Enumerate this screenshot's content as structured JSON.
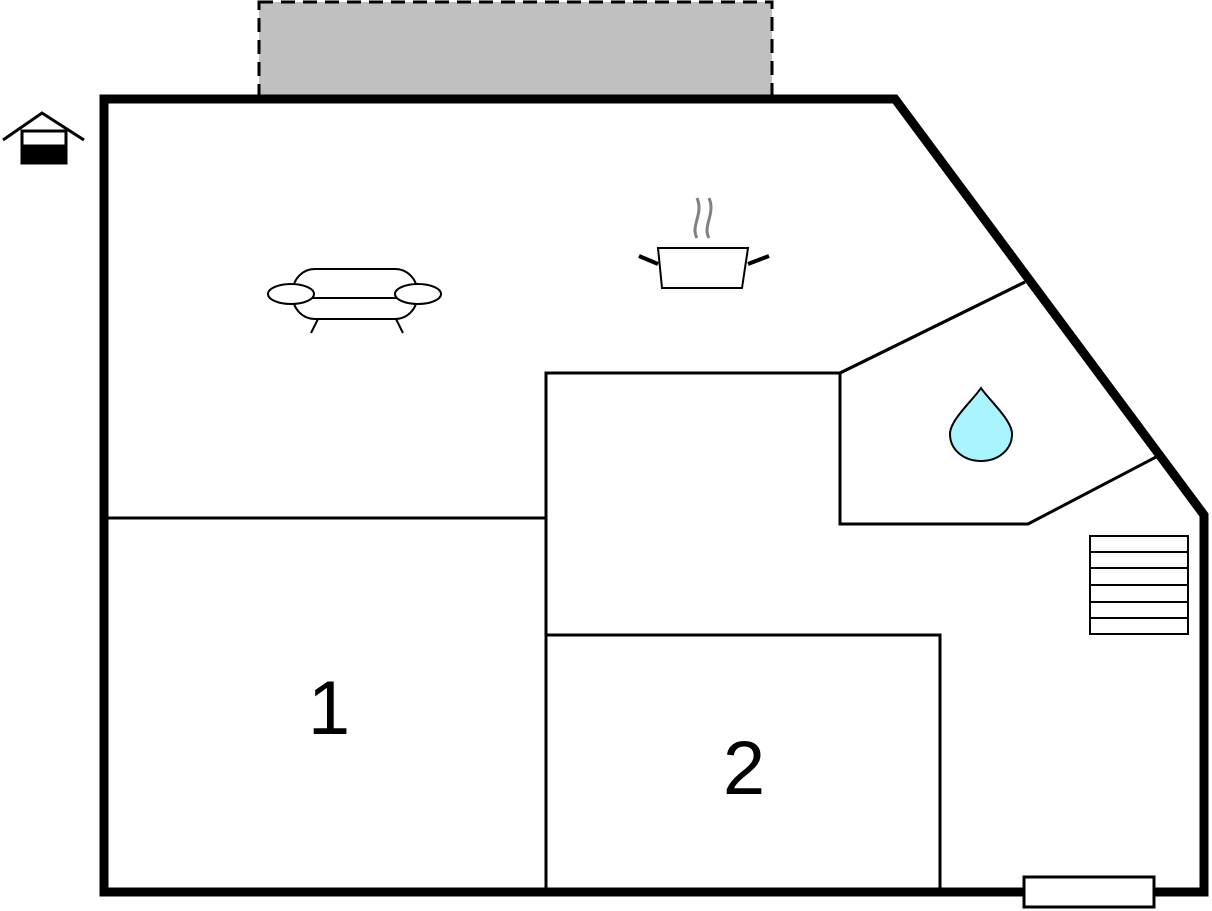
{
  "floorplan": {
    "rooms": [
      {
        "id": "bedroom-1",
        "number": "1"
      },
      {
        "id": "bedroom-2",
        "number": "2"
      }
    ],
    "icons": {
      "entrance": "house-entrance-icon",
      "living": "sofa-icon",
      "kitchen": "cooking-pot-icon",
      "bathroom": "water-drop-icon",
      "stairs": "stairs-icon"
    },
    "colors": {
      "wall": "#000000",
      "terrace": "#c0c0c0",
      "water": "#a8f4ff",
      "steam": "#808080",
      "background": "#ffffff"
    }
  }
}
